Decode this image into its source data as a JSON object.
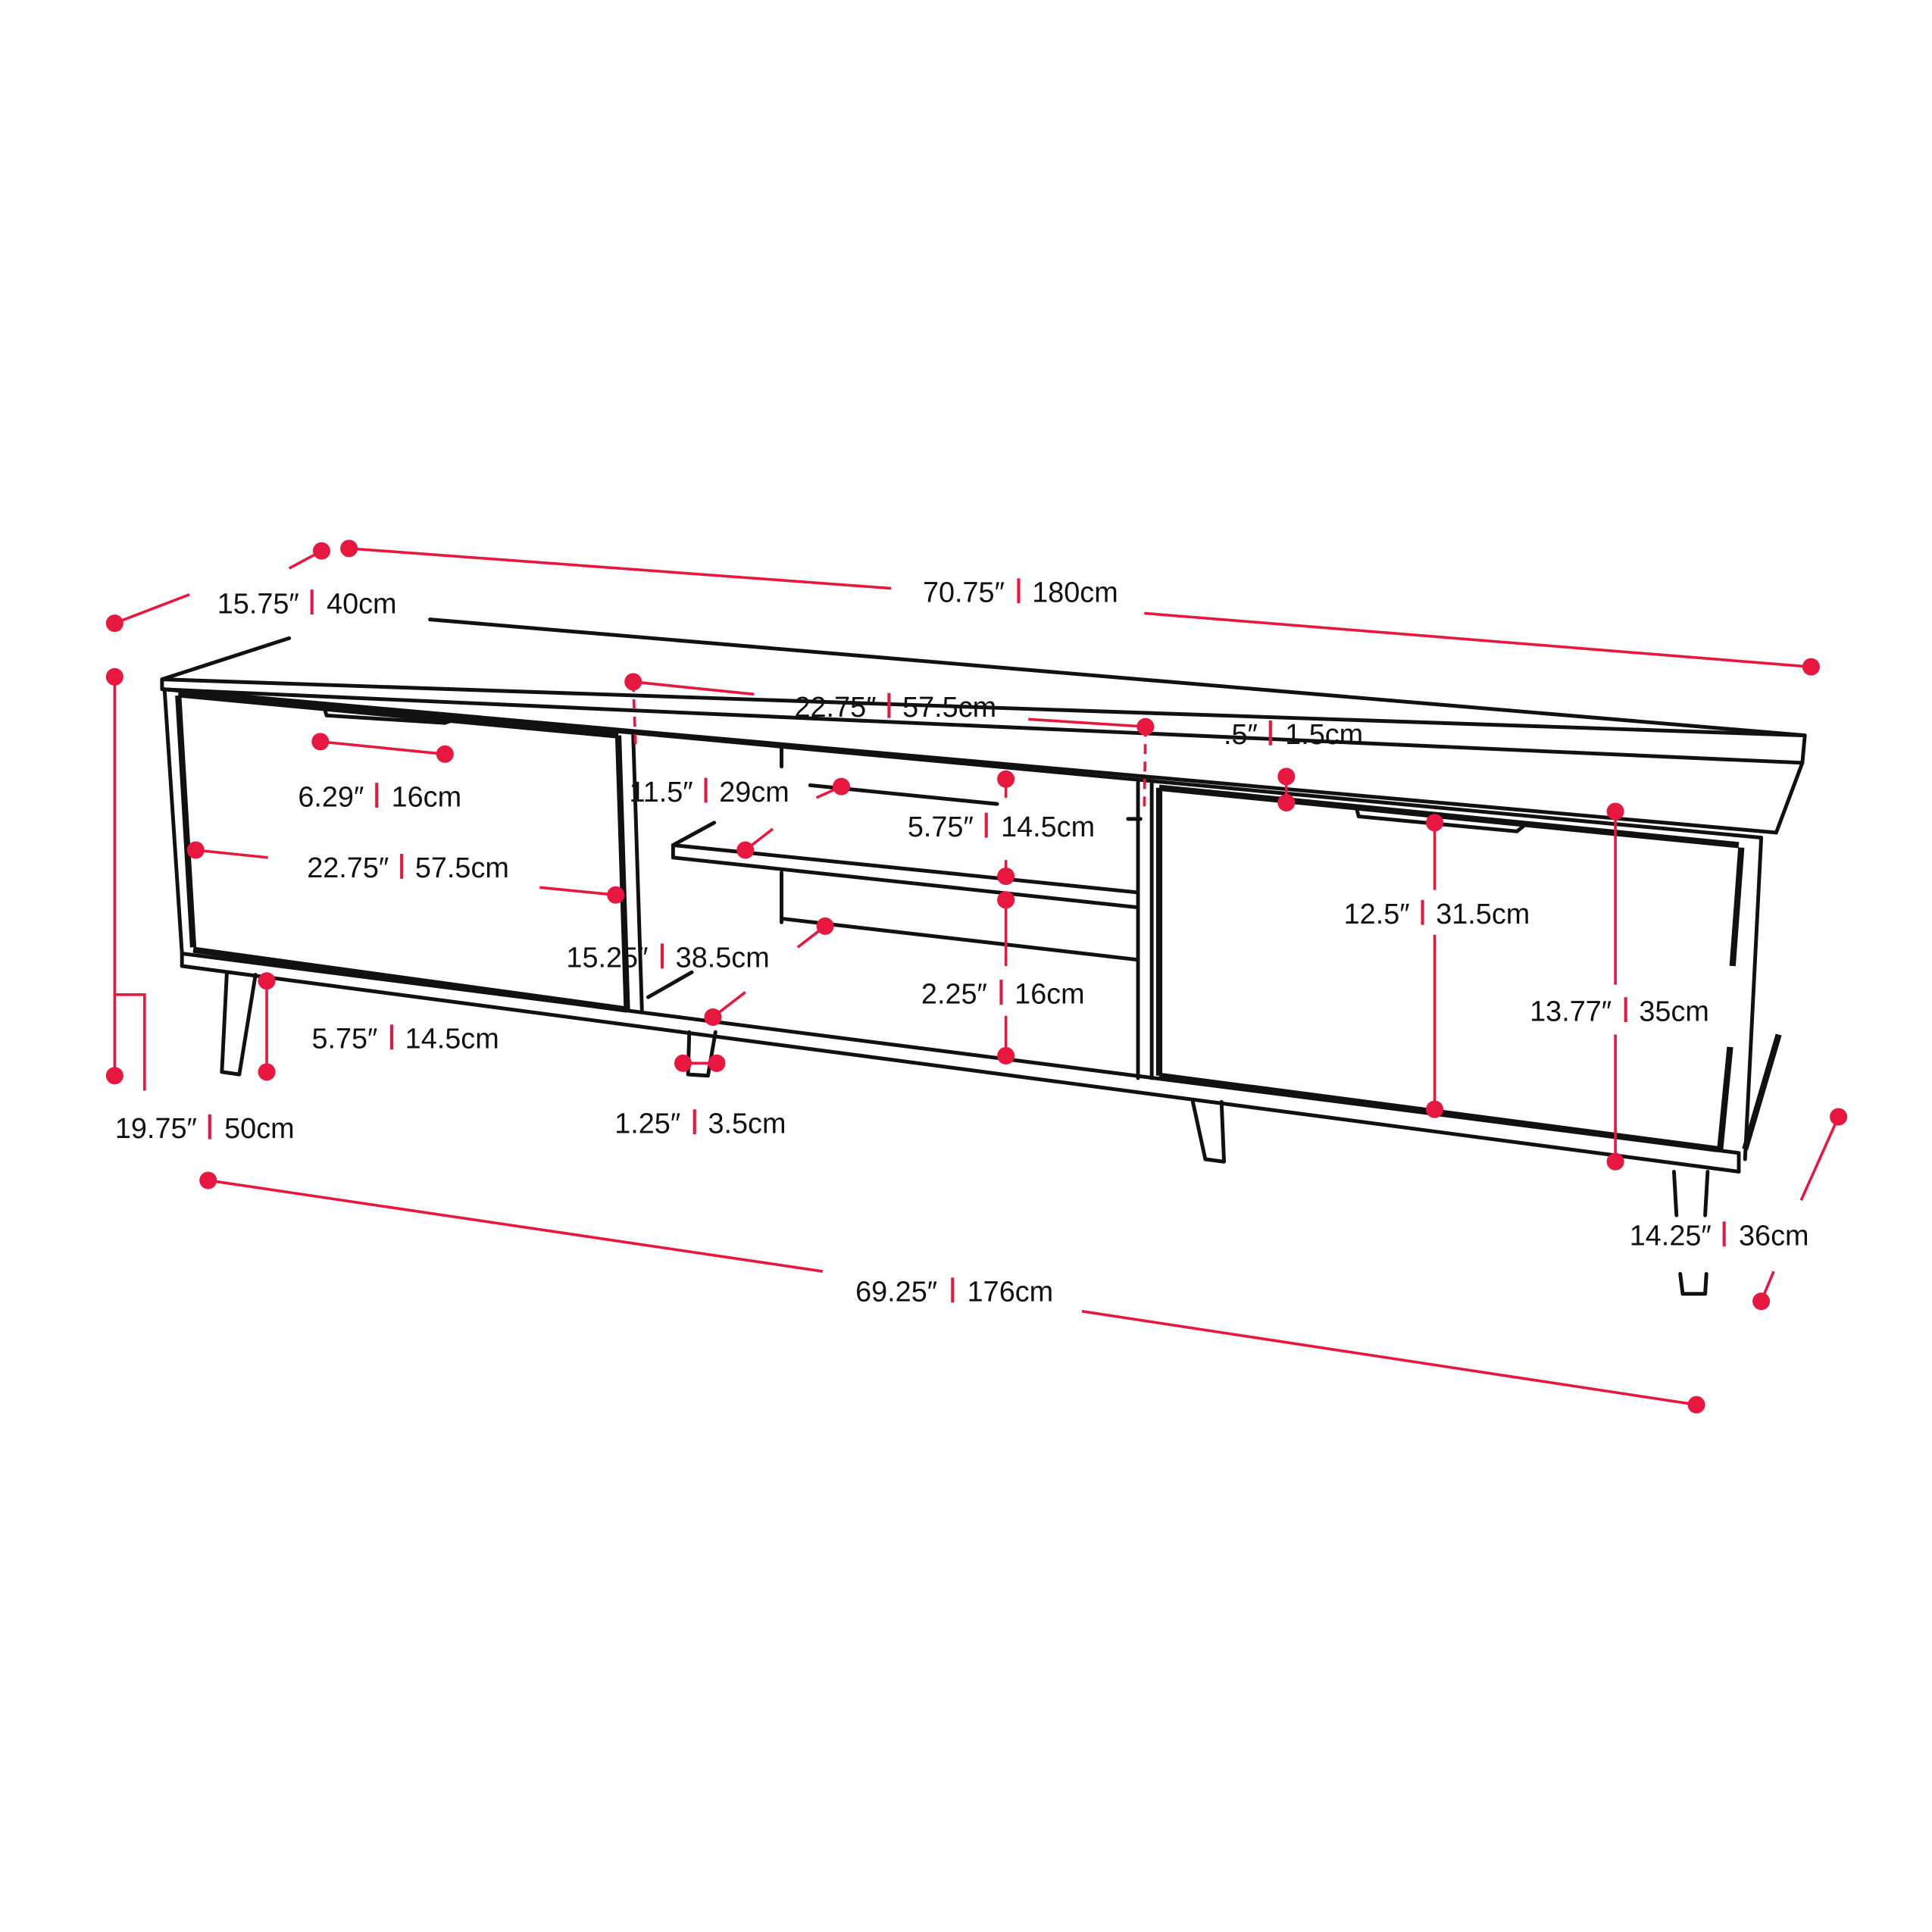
{
  "colors": {
    "dimension": "#e8173f",
    "outline": "#111111",
    "background": "#ffffff"
  },
  "dimensions": {
    "depth": {
      "imperial": "15.75″",
      "metric": "40cm"
    },
    "overall_width": {
      "imperial": "70.75″",
      "metric": "180cm"
    },
    "open_shelf_width": {
      "imperial": "22.75″",
      "metric": "57.5cm"
    },
    "top_thickness": {
      "imperial": ".5″",
      "metric": "1.5cm"
    },
    "handle_width": {
      "imperial": "6.29″",
      "metric": "16cm"
    },
    "shelf_depth": {
      "imperial": "11.5″",
      "metric": "29cm"
    },
    "upper_shelf_height": {
      "imperial": "5.75″",
      "metric": "14.5cm"
    },
    "door_width": {
      "imperial": "22.75″",
      "metric": "57.5cm"
    },
    "door_height": {
      "imperial": "12.5″",
      "metric": "31.5cm"
    },
    "cabinet_interior_depth": {
      "imperial": "15.25″",
      "metric": "38.5cm"
    },
    "lower_shelf_height": {
      "imperial": "2.25″",
      "metric": "16cm"
    },
    "cabinet_height": {
      "imperial": "13.77″",
      "metric": "35cm"
    },
    "leg_height": {
      "imperial": "5.75″",
      "metric": "14.5cm"
    },
    "leg_width": {
      "imperial": "1.25″",
      "metric": "3.5cm"
    },
    "overall_height": {
      "imperial": "19.75″",
      "metric": "50cm"
    },
    "leg_footprint_depth": {
      "imperial": "14.25″",
      "metric": "36cm"
    },
    "leg_footprint_width": {
      "imperial": "69.25″",
      "metric": "176cm"
    }
  }
}
